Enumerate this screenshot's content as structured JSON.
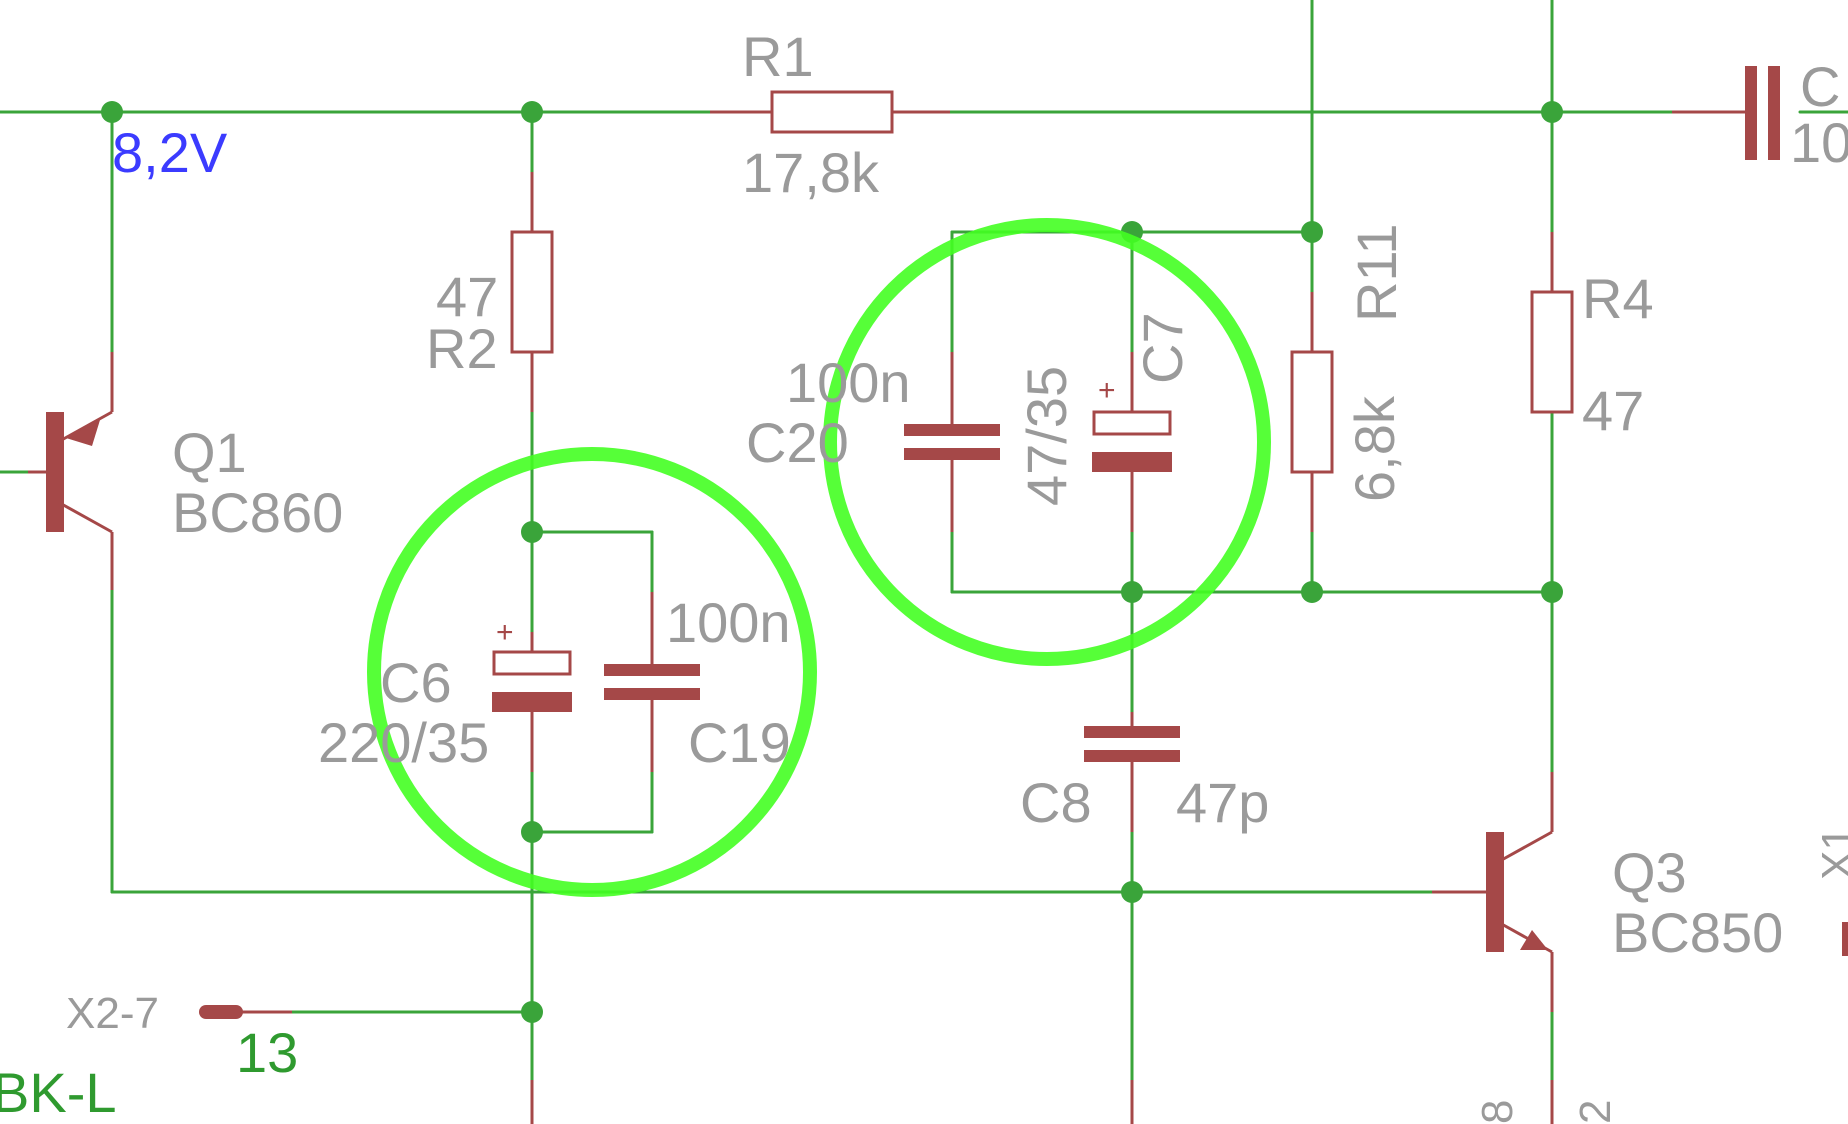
{
  "colors": {
    "wire": "#3aa43a",
    "component": "#a54848",
    "label": "#9a9a9a",
    "net_label_blue": "#3b3bff",
    "net_label_green": "#2f9a2f",
    "highlight": "#44ff22"
  },
  "labels": {
    "net_8v2": "8,2V",
    "r1_name": "R1",
    "r1_value": "17,8k",
    "r2_value": "47",
    "r2_name": "R2",
    "q1_name": "Q1",
    "q1_type": "BC860",
    "c6_name": "C6",
    "c6_value": "220/35",
    "c19_value": "100n",
    "c19_name": "C19",
    "c20_value": "100n",
    "c20_name": "C20",
    "c7_value": "47/35",
    "c7_name": "C7",
    "r11_name": "R11",
    "r11_value": "6,8k",
    "r4_name": "R4",
    "r4_value": "47",
    "c8_name": "C8",
    "c8_value": "47p",
    "q3_name": "Q3",
    "q3_type": "BC850",
    "x2_pin": "X2-7",
    "pin_num": "13",
    "bk_label": "BK-L",
    "c_top_right_name": "C",
    "c_top_right_value": "10",
    "plus_sign": "+",
    "edge_right_fragment": "X1",
    "edge_bottom_left": "8",
    "edge_bottom_right": "2"
  }
}
